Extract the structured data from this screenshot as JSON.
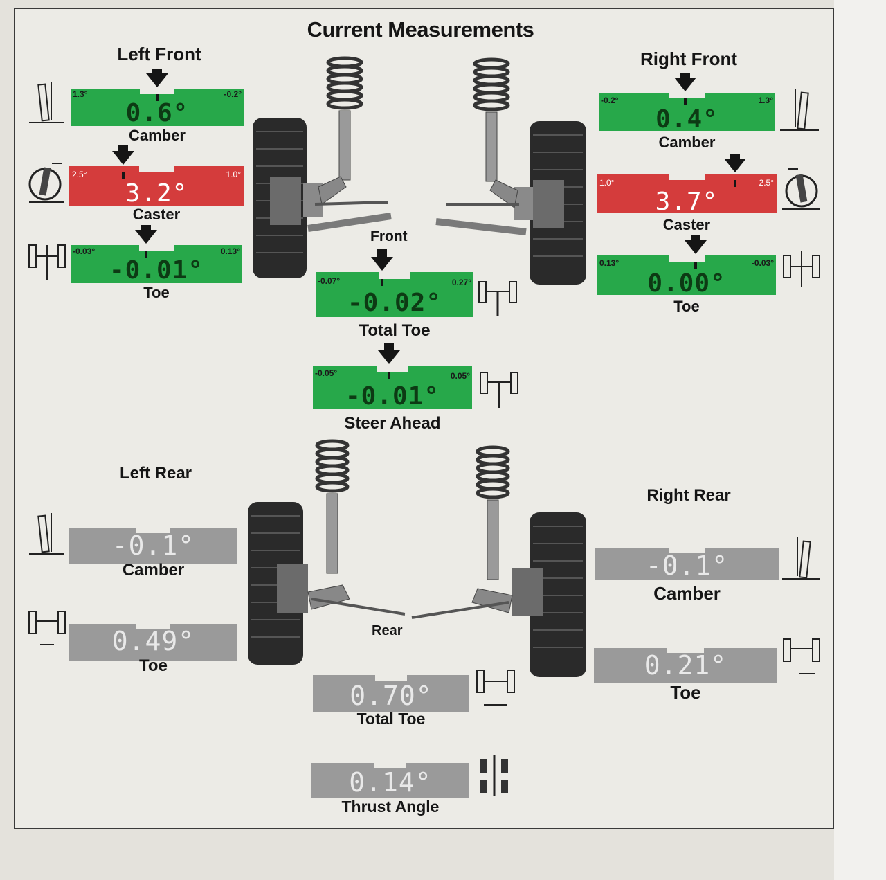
{
  "title": "Current Measurements",
  "front": {
    "label": "Front",
    "left_front": {
      "title": "Left Front",
      "camber": {
        "label": "Camber",
        "value": "0.6°",
        "min": "1.3°",
        "max": "-0.2°"
      },
      "caster": {
        "label": "Caster",
        "value": "3.2°",
        "min": "2.5°",
        "max": "1.0°"
      },
      "toe": {
        "label": "Toe",
        "value": "-0.01°",
        "min": "-0.03°",
        "max": "0.13°"
      }
    },
    "right_front": {
      "title": "Right Front",
      "camber": {
        "label": "Camber",
        "value": "0.4°",
        "min": "-0.2°",
        "max": "1.3°"
      },
      "caster": {
        "label": "Caster",
        "value": "3.7°",
        "min": "1.0°",
        "max": "2.5°"
      },
      "toe": {
        "label": "Toe",
        "value": "0.00°",
        "min": "0.13°",
        "max": "-0.03°"
      }
    },
    "total_toe": {
      "label": "Total Toe",
      "value": "-0.02°",
      "min": "-0.07°",
      "max": "0.27°"
    },
    "steer_ahead": {
      "label": "Steer Ahead",
      "value": "-0.01°",
      "min": "-0.05°",
      "max": "0.05°"
    }
  },
  "rear": {
    "label": "Rear",
    "left_rear": {
      "title": "Left Rear",
      "camber": {
        "label": "Camber",
        "value": "-0.1°"
      },
      "toe": {
        "label": "Toe",
        "value": "0.49°"
      }
    },
    "right_rear": {
      "title": "Right Rear",
      "camber": {
        "label": "Camber",
        "value": "-0.1°"
      },
      "toe": {
        "label": "Toe",
        "value": "0.21°"
      }
    },
    "total_toe": {
      "label": "Total Toe",
      "value": "0.70°"
    },
    "thrust_angle": {
      "label": "Thrust Angle",
      "value": "0.14°"
    }
  },
  "colors": {
    "in_spec": "#27a84a",
    "out_of_spec": "#d43c3c",
    "no_spec": "#9a9a9a"
  }
}
